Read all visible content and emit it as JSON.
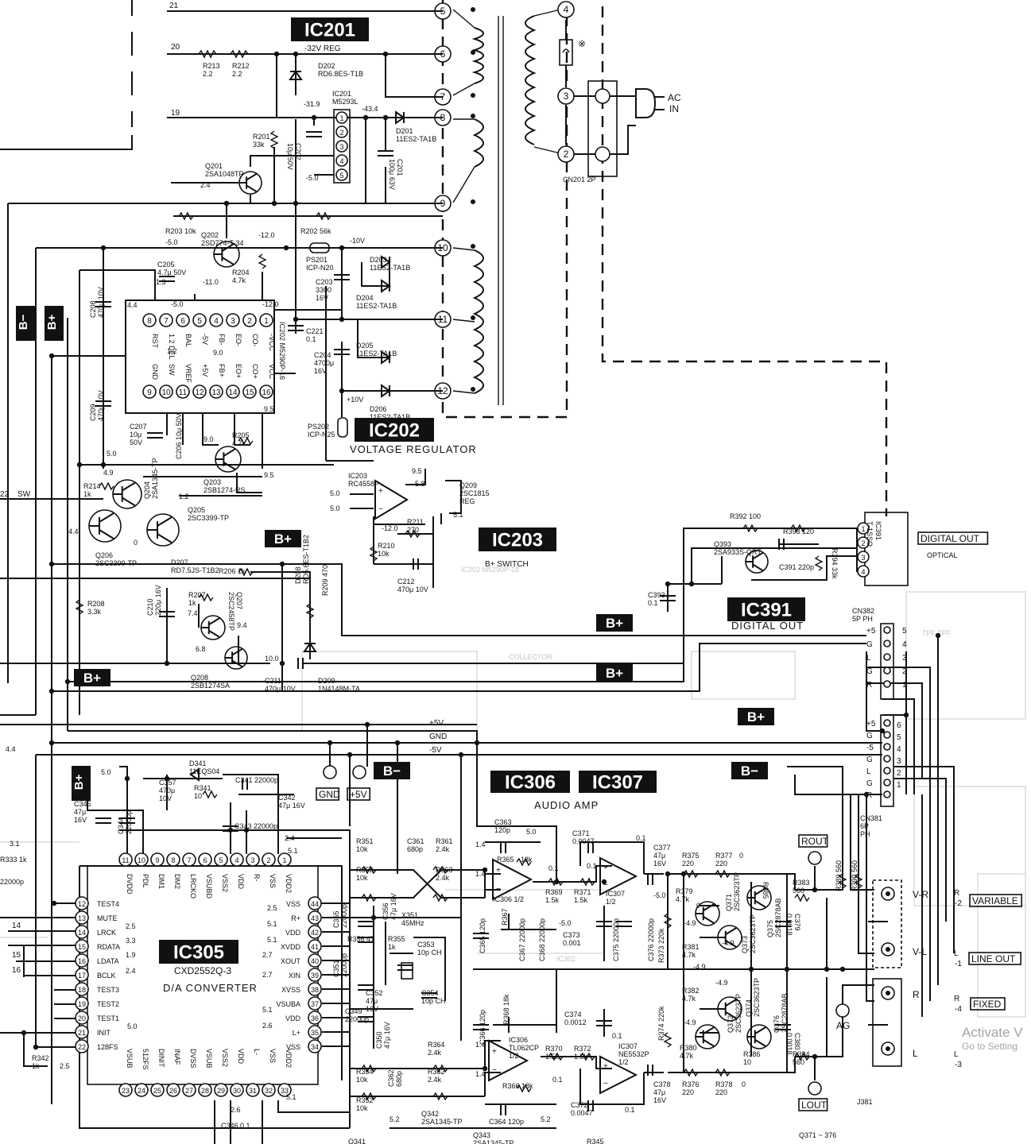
{
  "ic_labels": {
    "ic201": "IC201",
    "ic202": "IC202",
    "ic203": "IC203",
    "ic391": "IC391",
    "ic305": "IC305",
    "ic306": "IC306",
    "ic307": "IC307"
  },
  "block_titles": {
    "ic201": "-32V REG",
    "ic202": "VOLTAGE REGULATOR",
    "ic203": "B+ SWITCH",
    "ic391": "DIGITAL OUT",
    "ic305": "D/A CONVERTER",
    "ic306_307": "AUDIO AMP"
  },
  "rail_labels": {
    "b_minus": "B−",
    "b_plus": "B+"
  },
  "connector": {
    "ac_in_1": "AC",
    "ac_in_2": "IN",
    "cn201": "CN201 2P",
    "cn382": "CN382\n5P PH",
    "cn381": "CN381\n6P\nPH",
    "j381": "J381",
    "asterisk": "※"
  },
  "transformer_pins": [
    "5",
    "6",
    "7",
    "8",
    "9",
    "10",
    "11",
    "12"
  ],
  "primary_pins": [
    "4",
    "3",
    "2"
  ],
  "ic202_top_pins": [
    "8",
    "7",
    "6",
    "5",
    "4",
    "3",
    "2",
    "1"
  ],
  "ic202_top_names": [
    "RST",
    "1.2 DEL",
    "BAL",
    "-5V",
    "FB-",
    "EO-",
    "CO-",
    "-VCC"
  ],
  "ic202_bot_pins": [
    "9",
    "10",
    "11",
    "12",
    "13",
    "14",
    "15",
    "16"
  ],
  "ic202_bot_names": [
    "GND",
    "SW",
    "VREF",
    "+5V",
    "FB+",
    "EO+",
    "CO+",
    "VCC"
  ],
  "ic202_part": "IC202 M5290P-16",
  "ic201_pins": [
    "1",
    "2",
    "3",
    "4",
    "5"
  ],
  "ic305_top_pins": [
    "11",
    "10",
    "9",
    "8",
    "7",
    "6",
    "5",
    "4",
    "3",
    "2",
    "1"
  ],
  "ic305_top_names": [
    "DVDD",
    "PDL",
    "DM1",
    "DM2",
    "LRCKO",
    "VSUBD",
    "VSS2",
    "VDD",
    "R-",
    "VSS",
    "VDD2"
  ],
  "ic305_left_pins": [
    "12",
    "13",
    "14",
    "15",
    "16",
    "17",
    "18",
    "19",
    "20",
    "21",
    "22"
  ],
  "ic305_left_names": [
    "TEST4",
    "MUTE",
    "LRCK",
    "RDATA",
    "LDATA",
    "BCLK",
    "TEST3",
    "TEST2",
    "TEST1",
    "INIT",
    "128FS"
  ],
  "ic305_right_pins": [
    "44",
    "43",
    "42",
    "41",
    "40",
    "39",
    "38",
    "37",
    "36",
    "35",
    "34"
  ],
  "ic305_right_names": [
    "VSS",
    "R+",
    "VDD",
    "XVDD",
    "XOUT",
    "XIN",
    "XVSS",
    "VSUBA",
    "VDD",
    "L+",
    "VSS"
  ],
  "ic305_bot_pins": [
    "23",
    "24",
    "25",
    "26",
    "27",
    "28",
    "29",
    "30",
    "31",
    "32",
    "33"
  ],
  "ic305_bot_names": [
    "VSUB",
    "512FS",
    "DINIT",
    "INAF",
    "DVSS",
    "VSUB",
    "VSS2",
    "VDD",
    "L-",
    "VSS",
    "VDD2"
  ],
  "ic305_part": "CXD2552Q-3",
  "ic391_pins": [
    "1",
    "2",
    "3",
    "4"
  ],
  "ic391_part": "IC391\nT-1SSO",
  "cn382_signals": [
    "+5",
    "G",
    "L",
    "G",
    "R"
  ],
  "cn382_pins": [
    "5",
    "4",
    "3",
    "2",
    "1"
  ],
  "cn381_signals": [
    "+5",
    "G",
    "-5",
    "G",
    "L",
    "G",
    "R"
  ],
  "cn381_pins": [
    "6",
    "5",
    "4",
    "3",
    "2",
    "1"
  ],
  "power_rails": [
    "+5V",
    "GND",
    "-5V"
  ],
  "terminals": {
    "gnd": "GND",
    "plus5": "+5V",
    "rout": "ROUT",
    "lout": "LOUT",
    "ag": "AG"
  },
  "outputs": {
    "digital_out": "DIGITAL OUT",
    "optical": "OPTICAL",
    "variable": "VARIABLE",
    "line_out": "LINE OUT",
    "fixed": "FIXED",
    "v_r": "V-R",
    "v_l": "V-L",
    "r": "R",
    "l": "L"
  },
  "output_side": [
    {
      "ch": "R",
      "num": "-2"
    },
    {
      "ch": "L",
      "num": "-1"
    },
    {
      "ch": "R",
      "num": "-4"
    },
    {
      "ch": "L",
      "num": "-3"
    }
  ],
  "wire_numbers": [
    "21",
    "20",
    "19",
    "22",
    "SW",
    "14",
    "15",
    "16"
  ],
  "components": [
    {
      "id": "r213",
      "text": "R213\n2.2"
    },
    {
      "id": "r212",
      "text": "R212\n2.2"
    },
    {
      "id": "d202",
      "text": "D202\nRD6.8ES-T1B"
    },
    {
      "id": "ic201p",
      "text": "IC201\nM5293L"
    },
    {
      "id": "v319",
      "text": "-31.9"
    },
    {
      "id": "v434",
      "text": "-43.4"
    },
    {
      "id": "r201",
      "text": "R201\n33k"
    },
    {
      "id": "c202",
      "text": "C202\n10μ 50V"
    },
    {
      "id": "d201",
      "text": "D201\n11ES2-TA1B"
    },
    {
      "id": "c201",
      "text": "C201\n100μ 63V"
    },
    {
      "id": "q201",
      "text": "Q201\n2SA1048TP"
    },
    {
      "id": "v24",
      "text": "2.4"
    },
    {
      "id": "v50a",
      "text": "-5.0"
    },
    {
      "id": "r203",
      "text": "R203 10k"
    },
    {
      "id": "v50b",
      "text": "-5.0"
    },
    {
      "id": "q202",
      "text": "Q202\n2SD774-T-34"
    },
    {
      "id": "v120a",
      "text": "-12.0"
    },
    {
      "id": "r202",
      "text": "R202 56k"
    },
    {
      "id": "ps201",
      "text": "PS201\nICP-N20"
    },
    {
      "id": "v10",
      "text": "-10V"
    },
    {
      "id": "d203",
      "text": "D203\n11ES2-TA1B"
    },
    {
      "id": "c205",
      "text": "C205\n4.7μ 50V"
    },
    {
      "id": "r204",
      "text": "R204\n4.7k"
    },
    {
      "id": "v13",
      "text": "1.3"
    },
    {
      "id": "v110",
      "text": "-11.0"
    },
    {
      "id": "c203",
      "text": "C203\n3300\n16V"
    },
    {
      "id": "d204",
      "text": "D204\n11ES2-TA1B"
    },
    {
      "id": "v44a",
      "text": "4.4"
    },
    {
      "id": "v50c",
      "text": "-5.0"
    },
    {
      "id": "v120b",
      "text": "-12.0"
    },
    {
      "id": "c208",
      "text": "C208\n470μ 10V"
    },
    {
      "id": "c221",
      "text": "C221\n0.1"
    },
    {
      "id": "d205",
      "text": "D205\n11ES2-TA1B"
    },
    {
      "id": "c204",
      "text": "C204\n4700μ\n16V"
    },
    {
      "id": "v12",
      "text": "1.2"
    },
    {
      "id": "v90",
      "text": "9.0"
    },
    {
      "id": "c209",
      "text": "C209\n470μ 10V"
    },
    {
      "id": "v10v",
      "text": "+10V"
    },
    {
      "id": "d206",
      "text": "D206\n11ES2-TA1B"
    },
    {
      "id": "v95a",
      "text": "9.5"
    },
    {
      "id": "c207",
      "text": "C207\n10μ\n50V"
    },
    {
      "id": "c206",
      "text": "C206 10μ 50V"
    },
    {
      "id": "ps202",
      "text": "PS202\nICP-N25"
    },
    {
      "id": "r205",
      "text": "R205\n4.7k"
    },
    {
      "id": "v90b",
      "text": "9.0"
    },
    {
      "id": "q203",
      "text": "Q203\n2SB1274-RS"
    },
    {
      "id": "v50d",
      "text": "5.0"
    },
    {
      "id": "v95b",
      "text": "9.5"
    },
    {
      "id": "v49",
      "text": "4.9"
    },
    {
      "id": "r214",
      "text": "R214\n1k"
    },
    {
      "id": "q204",
      "text": "Q204\n2SA1345-TP"
    },
    {
      "id": "v12b",
      "text": "1.2"
    },
    {
      "id": "ic203p",
      "text": "IC203\nRC4558P"
    },
    {
      "id": "v95c",
      "text": "9.5"
    },
    {
      "id": "v58",
      "text": "5.8"
    },
    {
      "id": "q209",
      "text": "Q209\n2SC1815\nREG"
    },
    {
      "id": "v50e",
      "text": "5.0"
    },
    {
      "id": "v50f",
      "text": "5.0"
    },
    {
      "id": "v51a",
      "text": "5.1"
    },
    {
      "id": "q205",
      "text": "Q205\n2SC3399-TP"
    },
    {
      "id": "v44b",
      "text": "4.4"
    },
    {
      "id": "v0a",
      "text": "0"
    },
    {
      "id": "q206",
      "text": "Q206\n2SC3399-TP"
    },
    {
      "id": "v120c",
      "text": "-12.0"
    },
    {
      "id": "r211",
      "text": "R211\n270"
    },
    {
      "id": "r210",
      "text": "R210\n10k"
    },
    {
      "id": "d207",
      "text": "D207\nRD7.5JS-T1B2"
    },
    {
      "id": "r206",
      "text": "R206 1k"
    },
    {
      "id": "c212",
      "text": "C212\n470μ 10V"
    },
    {
      "id": "d208",
      "text": "D208\nRD5.6ES-T1B2"
    },
    {
      "id": "r209",
      "text": "R209 470"
    },
    {
      "id": "r207",
      "text": "R207\n1k"
    },
    {
      "id": "r208",
      "text": "R208\n3.3k"
    },
    {
      "id": "c210",
      "text": "C210\n220μ 16V"
    },
    {
      "id": "v74",
      "text": "7.4"
    },
    {
      "id": "q207",
      "text": "Q207\n2SC2458TP"
    },
    {
      "id": "v94",
      "text": "9.4"
    },
    {
      "id": "v68",
      "text": "6.8"
    },
    {
      "id": "v100",
      "text": "10.0"
    },
    {
      "id": "q208",
      "text": "Q208\n2SB1274SA"
    },
    {
      "id": "c211",
      "text": "C211\n470μ 10V"
    },
    {
      "id": "d209",
      "text": "D209\n1N4148M-TA"
    },
    {
      "id": "r392",
      "text": "R392 100"
    },
    {
      "id": "r393",
      "text": "R393 120"
    },
    {
      "id": "q393",
      "text": "Q393\n2SA933S-QRT"
    },
    {
      "id": "c391",
      "text": "C391 220p"
    },
    {
      "id": "r394",
      "text": "R394 33k"
    },
    {
      "id": "c393",
      "text": "C393\n0.1"
    },
    {
      "id": "d341",
      "text": "D341\n11EQS04"
    },
    {
      "id": "v50g",
      "text": "5.0"
    },
    {
      "id": "c357",
      "text": "C357\n470μ\n10V"
    },
    {
      "id": "r341",
      "text": "R341\n10"
    },
    {
      "id": "c341",
      "text": "C341 22000p"
    },
    {
      "id": "c342",
      "text": "C342\n47μ 16V"
    },
    {
      "id": "c343",
      "text": "C343 22000p"
    },
    {
      "id": "v24b",
      "text": "2.4"
    },
    {
      "id": "c345",
      "text": "C345\n47μ\n16V"
    },
    {
      "id": "c344",
      "text": "C344\n22000p"
    },
    {
      "id": "v51b",
      "text": "5.1"
    },
    {
      "id": "r351",
      "text": "R351\n10k"
    },
    {
      "id": "c361",
      "text": "C361\n680p"
    },
    {
      "id": "r361",
      "text": "R361\n2.4k"
    },
    {
      "id": "r353",
      "text": "R353\n10k"
    },
    {
      "id": "r363",
      "text": "R363\n2.4k"
    },
    {
      "id": "c363",
      "text": "C363\n120p"
    },
    {
      "id": "v50h",
      "text": "5.0"
    },
    {
      "id": "v14a",
      "text": "1.4"
    },
    {
      "id": "r365",
      "text": "R365"
    },
    {
      "id": "k18a",
      "text": "18k"
    },
    {
      "id": "v14b",
      "text": "1.4"
    },
    {
      "id": "c371",
      "text": "C371\n0.0047"
    },
    {
      "id": "v01a",
      "text": "0.1"
    },
    {
      "id": "v01b",
      "text": "0.1"
    },
    {
      "id": "v01c",
      "text": "0.1"
    },
    {
      "id": "c377",
      "text": "C377\n47μ\n16V"
    },
    {
      "id": "r375",
      "text": "R375\n220"
    },
    {
      "id": "r377",
      "text": "R377\n220"
    },
    {
      "id": "v0b",
      "text": "0"
    },
    {
      "id": "ic306a",
      "text": "IC306 1/2"
    },
    {
      "id": "r369",
      "text": "R369\n1.5k"
    },
    {
      "id": "r371",
      "text": "R371\n1.5k"
    },
    {
      "id": "ic307a",
      "text": "IC307\n1/2"
    },
    {
      "id": "v50i",
      "text": "-5.0"
    },
    {
      "id": "c373",
      "text": "C373\n0.001"
    },
    {
      "id": "v50j",
      "text": "-5.0"
    },
    {
      "id": "r379",
      "text": "R379\n4.7k"
    },
    {
      "id": "v49b",
      "text": "-4.9"
    },
    {
      "id": "v0c",
      "text": "0"
    },
    {
      "id": "r383",
      "text": "R383\n560"
    },
    {
      "id": "r385",
      "text": "R385"
    },
    {
      "id": "q371",
      "text": "Q371\n2SC3623TP"
    },
    {
      "id": "q375",
      "text": "Q375\n2SC2878AB"
    },
    {
      "id": "c379",
      "text": "C379\n0.0018"
    },
    {
      "id": "r389",
      "text": "R389 560"
    },
    {
      "id": "r390",
      "text": "R390 560"
    },
    {
      "id": "c365",
      "text": "C365 120p"
    },
    {
      "id": "r367",
      "text": "R367"
    },
    {
      "id": "c367",
      "text": "C367 22000p"
    },
    {
      "id": "c368",
      "text": "C368 22000p"
    },
    {
      "id": "c375",
      "text": "C375 22000p"
    },
    {
      "id": "c376",
      "text": "C376 22000p"
    },
    {
      "id": "r373",
      "text": "R373 220k"
    },
    {
      "id": "r381",
      "text": "R381\n4.7k"
    },
    {
      "id": "v49c",
      "text": "-4.9"
    },
    {
      "id": "v49d",
      "text": "-4.9"
    },
    {
      "id": "q373",
      "text": "Q373\n2SC3623TP"
    },
    {
      "id": "v25",
      "text": "2.5"
    },
    {
      "id": "v51c",
      "text": "5.1"
    },
    {
      "id": "v51d",
      "text": "5.1"
    },
    {
      "id": "v27a",
      "text": "2.7"
    },
    {
      "id": "v27b",
      "text": "2.7"
    },
    {
      "id": "c355",
      "text": "C355\n22000p"
    },
    {
      "id": "c356",
      "text": "C356\n47μ 16V"
    },
    {
      "id": "r356",
      "text": "R356 47"
    },
    {
      "id": "r355",
      "text": "R355\n1k"
    },
    {
      "id": "x351",
      "text": "X351\n45MHz"
    },
    {
      "id": "c353",
      "text": "C353\n10p CH"
    },
    {
      "id": "c351",
      "text": "C351\n22000p"
    },
    {
      "id": "c354",
      "text": "C354\n10p CH"
    },
    {
      "id": "c352",
      "text": "C352\n47μ\n16V"
    },
    {
      "id": "c349",
      "text": "C349\n22000p"
    },
    {
      "id": "v51e",
      "text": "5.1"
    },
    {
      "id": "v26",
      "text": "2.6"
    },
    {
      "id": "c350",
      "text": "C350\n47μ 16V"
    },
    {
      "id": "r364",
      "text": "R364\n2.4k"
    },
    {
      "id": "r354",
      "text": "R354\n10k"
    },
    {
      "id": "c362",
      "text": "C362\n680p"
    },
    {
      "id": "r362",
      "text": "R362\n2.4k"
    },
    {
      "id": "r352",
      "text": "R352\n10k"
    },
    {
      "id": "c366",
      "text": "C366 120p"
    },
    {
      "id": "r368",
      "text": "R368 18k"
    },
    {
      "id": "c374",
      "text": "C374\n0.0012"
    },
    {
      "id": "ic306b",
      "text": "IC306\nTL062CP\n1/2"
    },
    {
      "id": "r370",
      "text": "R370\n1.5k"
    },
    {
      "id": "r372",
      "text": "R372\n1.5k"
    },
    {
      "id": "ic307b",
      "text": "IC307\nNE5532P\n1/2"
    },
    {
      "id": "v14c",
      "text": "1.4"
    },
    {
      "id": "v14d",
      "text": "1.4"
    },
    {
      "id": "r366",
      "text": "R366 18k"
    },
    {
      "id": "v01d",
      "text": "0.1"
    },
    {
      "id": "v01e",
      "text": "0.1"
    },
    {
      "id": "v01f",
      "text": "0.1"
    },
    {
      "id": "c372",
      "text": "C372\n0.0047"
    },
    {
      "id": "c378",
      "text": "C378\n47μ\n16V"
    },
    {
      "id": "r374",
      "text": "R374 220k"
    },
    {
      "id": "r382",
      "text": "R382\n4.7k"
    },
    {
      "id": "v49e",
      "text": "-4.9"
    },
    {
      "id": "v49f",
      "text": "-4.9"
    },
    {
      "id": "q372",
      "text": "Q372\n2SC3623TP"
    },
    {
      "id": "q374",
      "text": "Q374\n2SC3623TP"
    },
    {
      "id": "q376",
      "text": "Q376\n2SC2878AB"
    },
    {
      "id": "r380",
      "text": "R380\n4.7k"
    },
    {
      "id": "r386",
      "text": "R386\n10"
    },
    {
      "id": "c380",
      "text": "C380\n0.0018"
    },
    {
      "id": "r384",
      "text": "R384\n560"
    },
    {
      "id": "r376",
      "text": "R376\n220"
    },
    {
      "id": "r378",
      "text": "R378\n220"
    },
    {
      "id": "v0d",
      "text": "0"
    },
    {
      "id": "c364",
      "text": "C364 120p"
    },
    {
      "id": "v52a",
      "text": "5.2"
    },
    {
      "id": "v52b",
      "text": "5.2"
    },
    {
      "id": "q342",
      "text": "Q342\n2SA1345-TP"
    },
    {
      "id": "q343",
      "text": "Q343\n2SA1345-TP"
    },
    {
      "id": "c346",
      "text": "C346 0.1"
    },
    {
      "id": "v26b",
      "text": "2.6"
    },
    {
      "id": "v51f",
      "text": "5.1"
    },
    {
      "id": "r342",
      "text": "R342\n1k"
    },
    {
      "id": "v25b",
      "text": "2.5"
    },
    {
      "id": "v44c",
      "text": "4.4"
    },
    {
      "id": "v31",
      "text": "3.1"
    },
    {
      "id": "r333",
      "text": "R333 1k"
    },
    {
      "id": "c22000",
      "text": "22000p"
    },
    {
      "id": "v25c",
      "text": "2.5"
    },
    {
      "id": "v33",
      "text": "3.3"
    },
    {
      "id": "v19",
      "text": "1.9"
    },
    {
      "id": "v24c",
      "text": "2.4"
    },
    {
      "id": "v50k",
      "text": "5.0"
    },
    {
      "id": "q371_376",
      "text": "Q371 ~ 376"
    },
    {
      "id": "r345",
      "text": "R345"
    },
    {
      "id": "q341",
      "text": "Q341"
    }
  ],
  "watermark": {
    "line1": "Activate V",
    "line2": "Go to Setting"
  }
}
